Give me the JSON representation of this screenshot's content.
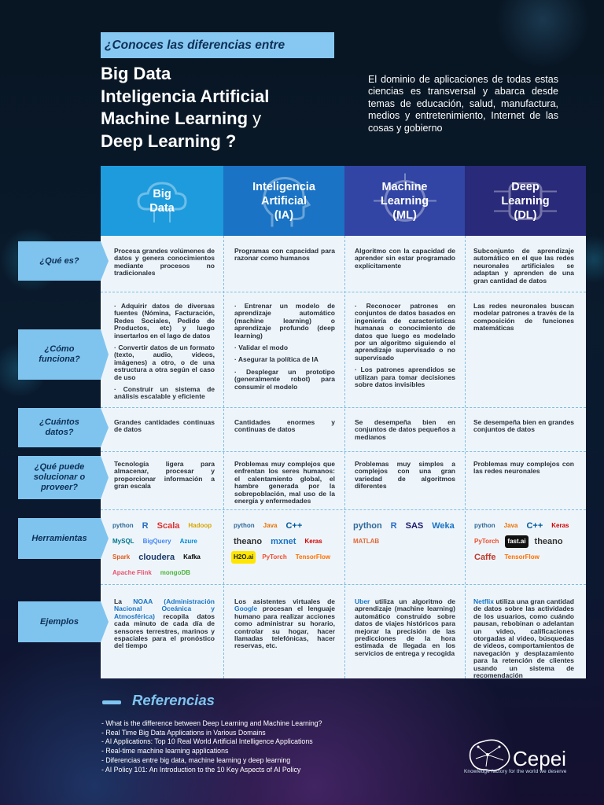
{
  "header": {
    "intro": "¿Conoces las diferencias entre",
    "title_line1": "Big Data",
    "title_line2": "Inteligencia Artificial",
    "title_line3": "Machine Learning",
    "title_y": " y",
    "title_line4": "Deep Learning ?",
    "description": "El dominio de aplicaciones de todas estas ciencias es transversal y abarca desde temas de educación, salud, manufactura, medios y entretenimiento, Internet de las cosas y gobierno"
  },
  "columns": [
    {
      "title": "Big\nData",
      "color": "#1e9bdc"
    },
    {
      "title": "Inteligencia\nArtificial\n(IA)",
      "color": "#1a73c4"
    },
    {
      "title": "Machine\nLearning\n(ML)",
      "color": "#3245a4"
    },
    {
      "title": "Deep\nLearning\n(DL)",
      "color": "#2a2a7a"
    }
  ],
  "rows": {
    "que_es": {
      "label": "¿Qué es?",
      "cells": [
        "Procesa grandes volúmenes de datos y genera conocimientos mediante procesos no tradicionales",
        "Programas con capacidad para razonar como humanos",
        "Algoritmo con la capacidad de aprender sin estar programado explícitamente",
        "Subconjunto de aprendizaje automático en el que las redes neuronales artificiales se adaptan y aprenden de una gran cantidad de datos"
      ]
    },
    "como_funciona": {
      "label": "¿Cómo funciona?",
      "cells": [
        [
          "· Adquirir datos de diversas fuentes (Nómina, Facturación, Redes Sociales, Pedido de Productos, etc) y luego insertarlos en el lago de datos",
          "· Convertir datos de un formato (texto, audio, videos, imágenes) a otro, o de una estructura a otra según el caso de uso",
          "· Construir un sistema de análisis escalable y eficiente"
        ],
        [
          "· Entrenar un modelo de aprendizaje automático (machine learning) o aprendizaje profundo (deep learning)",
          "· Validar el modo",
          "· Asegurar la política de IA",
          "· Desplegar un prototipo (generalmente robot) para consumir el modelo"
        ],
        [
          "· Reconocer patrones en conjuntos de datos basados en ingeniería de características humanas o conocimiento de datos que luego es modelado por un algoritmo siguiendo el aprendizaje supervisado o no supervisado",
          "· Los patrones aprendidos se utilizan para tomar decisiones sobre datos invisibles"
        ],
        [
          "Las redes neuronales buscan modelar patrones a través de la composición de funciones matemáticas"
        ]
      ]
    },
    "cuantos_datos": {
      "label": "¿Cuántos datos?",
      "cells": [
        "Grandes cantidades continuas de datos",
        "Cantidades enormes y continuas de datos",
        "Se desempeña bien en conjuntos de datos pequeños a medianos",
        "Se desempeña bien en grandes conjuntos de datos"
      ]
    },
    "que_puede": {
      "label": "¿Qué puede solucionar o proveer?",
      "cells": [
        "Tecnología ligera para almacenar, procesar y proporcionar información a gran escala",
        "Problemas muy complejos que enfrentan los seres humanos: el calentamiento global, el hambre generada por la sobrepoblación, mal uso de la energía y enfermedades",
        "Problemas muy simples a complejos con una gran variedad de algoritmos diferentes",
        "Problemas muy complejos con las redes neuronales"
      ]
    },
    "herramientas": {
      "label": "Herramientas",
      "cells": [
        [
          "python",
          "R",
          "Scala",
          "Hadoop",
          "MySQL",
          "BigQuery",
          "Azure",
          "Spark",
          "cloudera",
          "Kafka",
          "Apache Flink",
          "mongoDB"
        ],
        [
          "python",
          "Java",
          "C++",
          "theano",
          "mxnet",
          "Keras",
          "H2O.ai",
          "PyTorch",
          "TensorFlow"
        ],
        [
          "python",
          "R",
          "SAS",
          "Weka",
          "MATLAB"
        ],
        [
          "python",
          "Java",
          "C++",
          "Keras",
          "PyTorch",
          "fast.ai",
          "theano",
          "Caffe",
          "TensorFlow"
        ]
      ]
    },
    "ejemplos": {
      "label": "Ejemplos",
      "cells": [
        {
          "pre": "La ",
          "hl": "NOAA (Administración Nacional Oceánica y Atmosférica)",
          "post": " recopila datos cada minuto de cada día de sensores terrestres, marinos y espaciales para el pronóstico del tiempo"
        },
        {
          "pre": "Los asistentes virtuales de ",
          "hl": "Google",
          "post": " procesan el lenguaje humano para realizar acciones como administrar su horario, controlar su hogar, hacer llamadas telefónicas, hacer reservas, etc."
        },
        {
          "pre": "",
          "hl": "Uber",
          "post": " utiliza un algoritmo de aprendizaje (machine learning) automático construido sobre datos de viajes históricos para mejorar la precisión de las predicciones de la hora estimada de llegada en los servicios de entrega y recogida"
        },
        {
          "pre": "",
          "hl": "Netflix",
          "post": " utiliza una gran cantidad de datos sobre las actividades de los usuarios, como cuándo pausan, rebobinan o adelantan un video, calificaciones otorgadas al video, búsquedas de videos, comportamientos de navegación y desplazamiento para la retención de clientes usando un sistema de recomendación"
        }
      ]
    }
  },
  "references": {
    "title": "Referencias",
    "items": [
      "What is the difference between Deep Learning and Machine Learning?",
      "Real Time Big Data Applications in Various Domains",
      "AI Applications: Top 10 Real World Artificial Intelligence Applications",
      "Real-time machine learning applications",
      "Diferencias entre big data, machine learning y deep learning",
      "AI Policy 101: An Introduction to the 10 Key Aspects of AI Policy"
    ]
  },
  "brand": {
    "name": "Cepei",
    "tagline": "Knowledge factory for the world we deserve"
  }
}
